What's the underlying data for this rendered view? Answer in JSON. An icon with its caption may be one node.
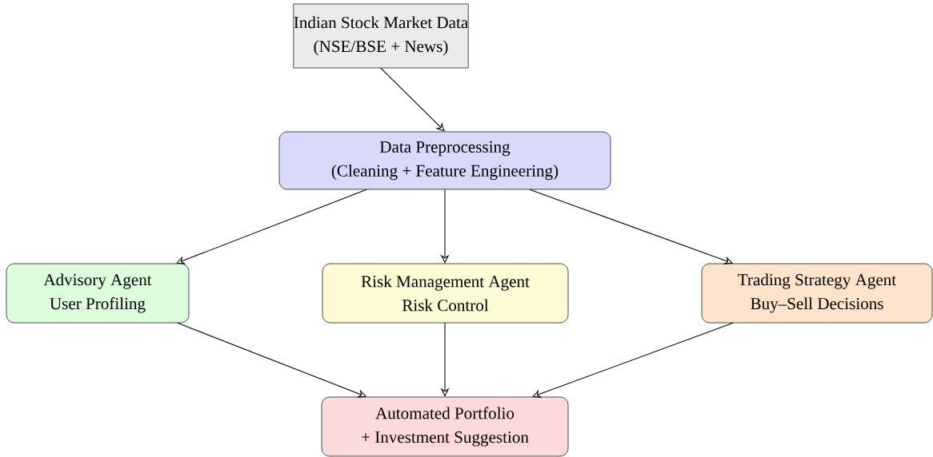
{
  "diagram": {
    "nodes": [
      {
        "text": [
          "Indian Stock Market Data",
          "(NSE/BSE + News)"
        ]
      },
      {
        "text": [
          "Data Preprocessing",
          "(Cleaning + Feature Engineering)"
        ]
      },
      {
        "text": [
          "Advisory Agent",
          "User Profiling"
        ]
      },
      {
        "text": [
          "Risk Management Agent",
          "Risk Control"
        ]
      },
      {
        "text": [
          "Trading Strategy Agent",
          "Buy–Sell Decisions"
        ]
      },
      {
        "text": [
          "Automated Portfolio",
          "+ Investment Suggestion"
        ]
      }
    ],
    "edges": [
      {
        "from": 0,
        "to": 1,
        "arrow": "to"
      },
      {
        "from": 1,
        "to": 2,
        "arrow": "to"
      },
      {
        "from": 1,
        "to": 3,
        "arrow": "to"
      },
      {
        "from": 1,
        "to": 4,
        "arrow": "to"
      },
      {
        "from": 2,
        "to": 5,
        "arrow": "to"
      },
      {
        "from": 3,
        "to": 5,
        "arrow": "to"
      },
      {
        "from": 4,
        "to": 5,
        "arrow": "to"
      }
    ]
  }
}
